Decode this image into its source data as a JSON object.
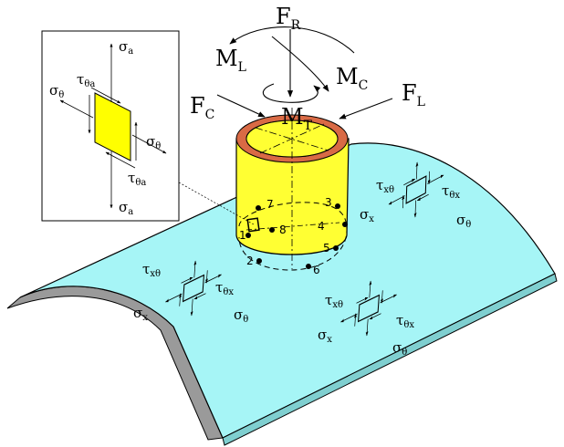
{
  "colors": {
    "shell_surface": "#a6f5f6",
    "shell_edge": "#9a9a9a",
    "nozzle_body": "#ffff33",
    "nozzle_rim": "#d96a45",
    "element_fill": "#ffff00",
    "outline": "#000000"
  },
  "loads": {
    "FR": {
      "main": "F",
      "sub": "R"
    },
    "ML": {
      "main": "M",
      "sub": "L"
    },
    "MC": {
      "main": "M",
      "sub": "C"
    },
    "FC": {
      "main": "F",
      "sub": "C"
    },
    "FL": {
      "main": "F",
      "sub": "L"
    },
    "MT": {
      "main": "M",
      "sub": "T"
    }
  },
  "inset": {
    "sigma_a_top": {
      "main": "σ",
      "sub": "a"
    },
    "sigma_a_bottom": {
      "main": "σ",
      "sub": "a"
    },
    "sigma_theta_left": {
      "main": "σ",
      "sub": "θ"
    },
    "sigma_theta_right": {
      "main": "σ",
      "sub": "θ"
    },
    "tau_top": {
      "main": "τ",
      "sub": "θa"
    },
    "tau_bottom": {
      "main": "τ",
      "sub": "θa"
    }
  },
  "points": [
    "1",
    "2",
    "3",
    "4",
    "5",
    "6",
    "7",
    "8"
  ],
  "elements": [
    {
      "tau_xtheta": {
        "main": "τ",
        "sub": "xθ"
      },
      "tau_thetax": {
        "main": "τ",
        "sub": "θx"
      },
      "sigma_x": {
        "main": "σ",
        "sub": "x"
      },
      "sigma_theta": {
        "main": "σ",
        "sub": "θ"
      }
    },
    {
      "tau_xtheta": {
        "main": "τ",
        "sub": "xθ"
      },
      "tau_thetax": {
        "main": "τ",
        "sub": "θx"
      },
      "sigma_x": {
        "main": "σ",
        "sub": "x"
      },
      "sigma_theta": {
        "main": "σ",
        "sub": "θ"
      }
    },
    {
      "tau_xtheta": {
        "main": "τ",
        "sub": "xθ"
      },
      "tau_thetax": {
        "main": "τ",
        "sub": "θx"
      },
      "sigma_x": {
        "main": "σ",
        "sub": "x"
      },
      "sigma_theta": {
        "main": "σ",
        "sub": "θ"
      }
    }
  ]
}
